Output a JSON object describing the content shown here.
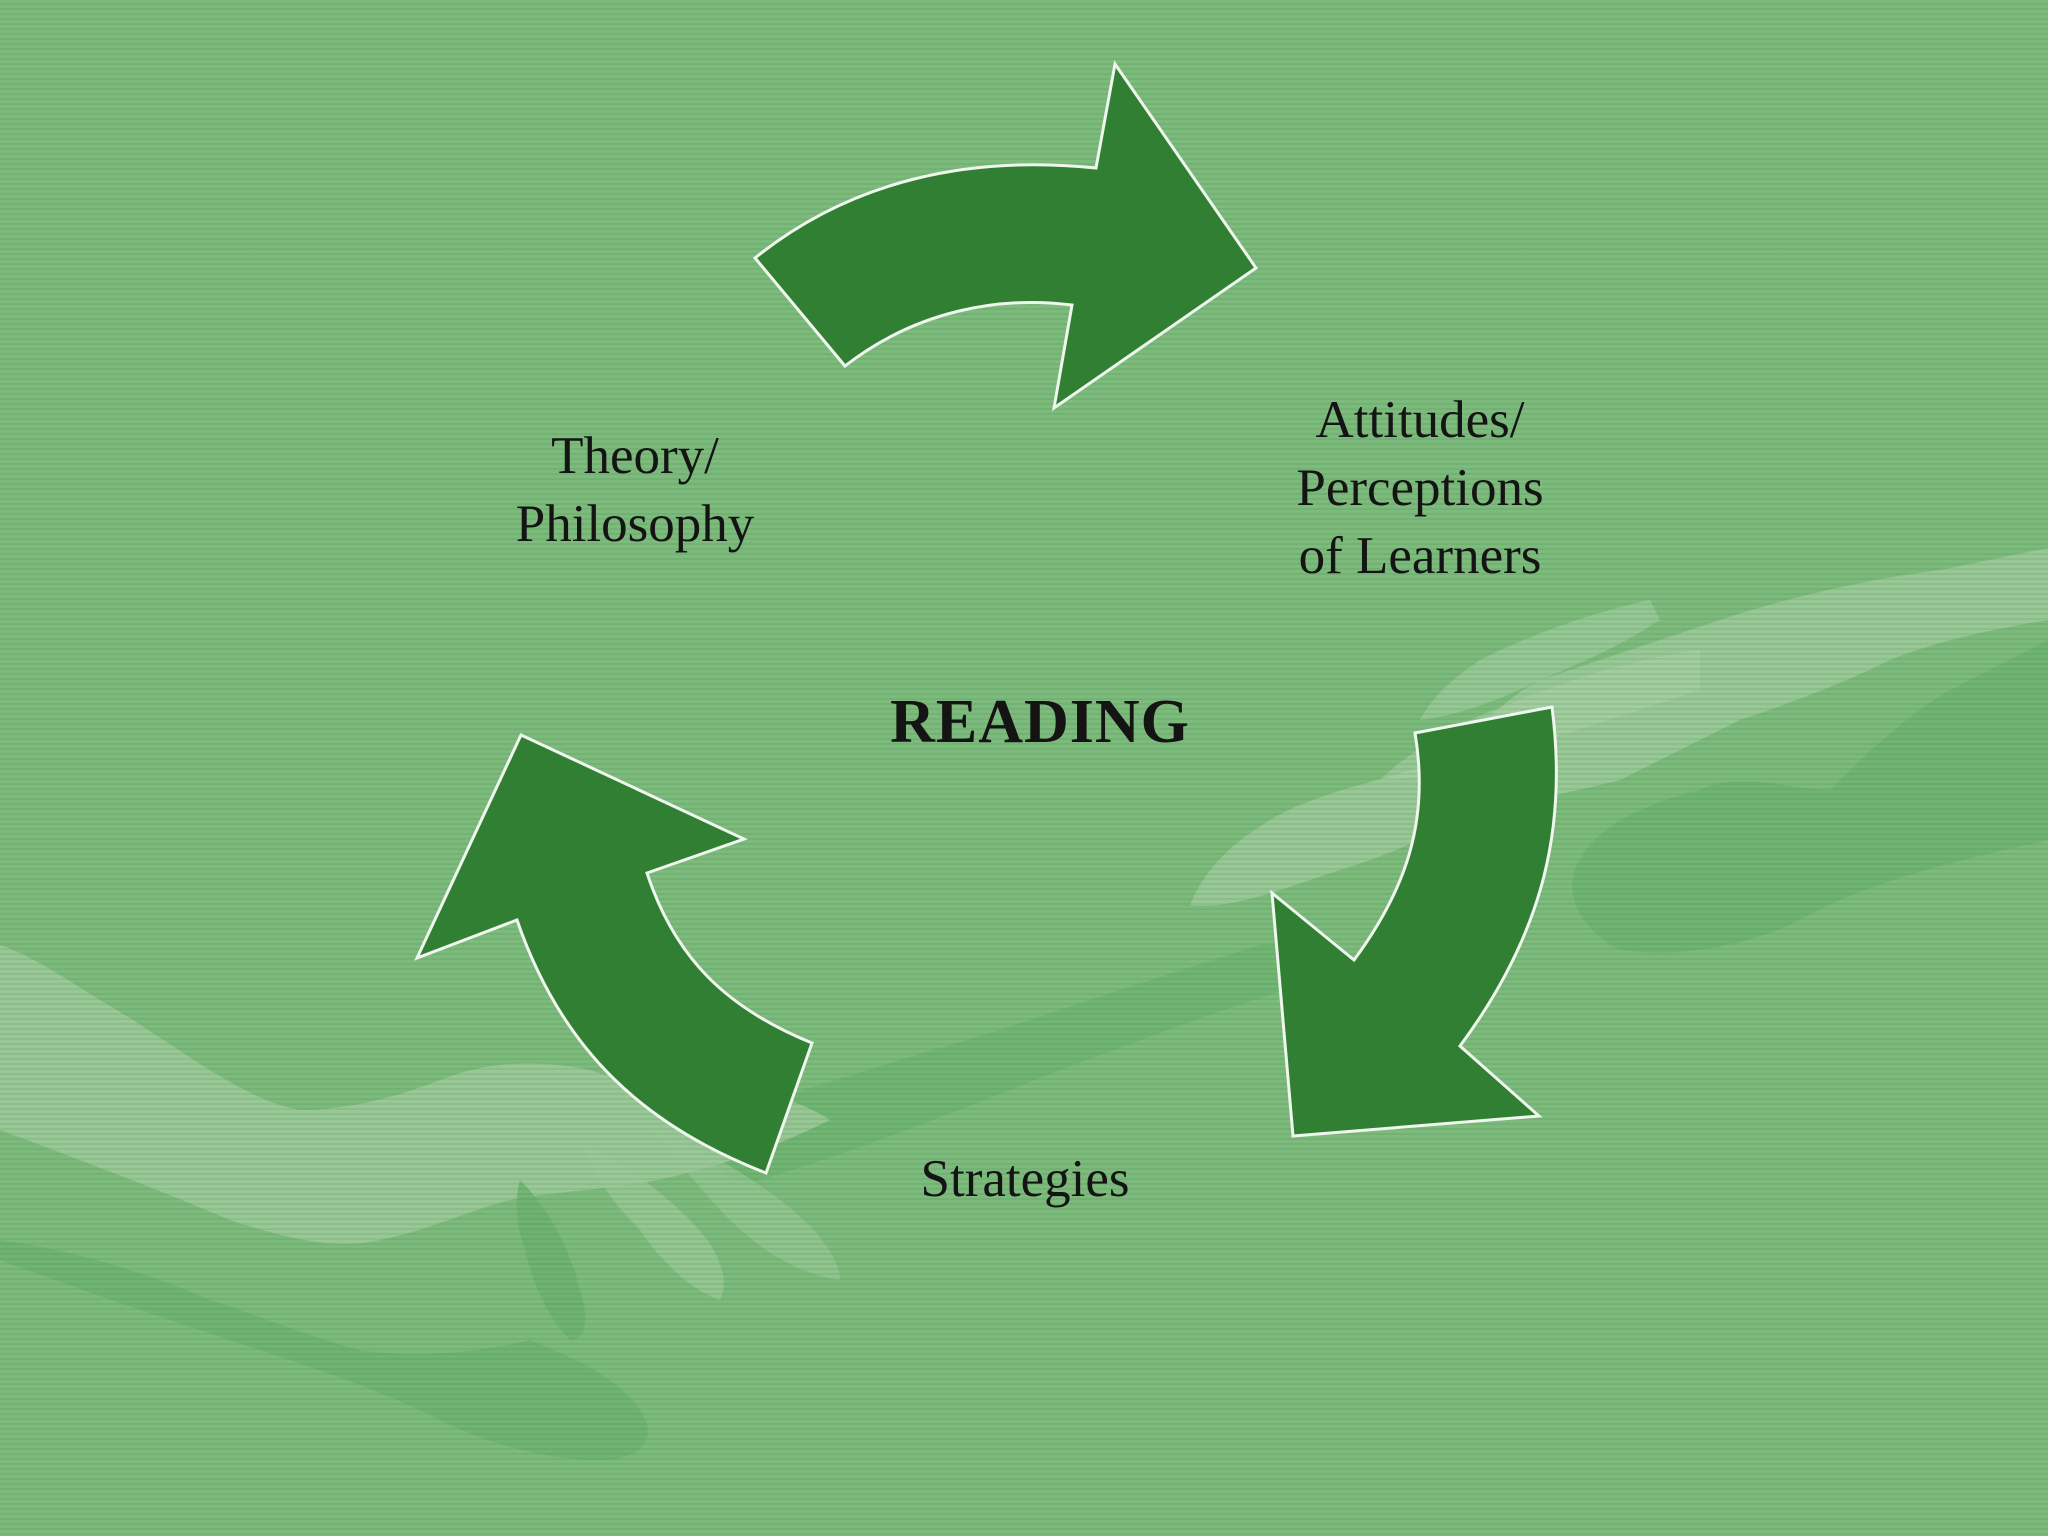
{
  "colors": {
    "background": "#7cbb7c",
    "arrow_fill": "#317f33",
    "arrow_stroke": "#eef6ee",
    "hand_light": "#9cca9a",
    "hand_dark": "#6cb26e",
    "text": "#141414"
  },
  "diagram": {
    "type": "cycle",
    "center_label": "READING",
    "nodes": [
      {
        "id": "theory",
        "lines": [
          "Theory/",
          "Philosophy"
        ]
      },
      {
        "id": "attitudes",
        "lines": [
          "Attitudes/",
          "Perceptions",
          "of Learners"
        ]
      },
      {
        "id": "strategies",
        "lines": [
          "Strategies"
        ]
      }
    ],
    "edges": [
      {
        "from": "theory",
        "to": "attitudes",
        "direction": "clockwise"
      },
      {
        "from": "attitudes",
        "to": "strategies",
        "direction": "clockwise"
      },
      {
        "from": "strategies",
        "to": "theory",
        "direction": "clockwise"
      }
    ],
    "background_image": "hands-reaching-graphic"
  }
}
